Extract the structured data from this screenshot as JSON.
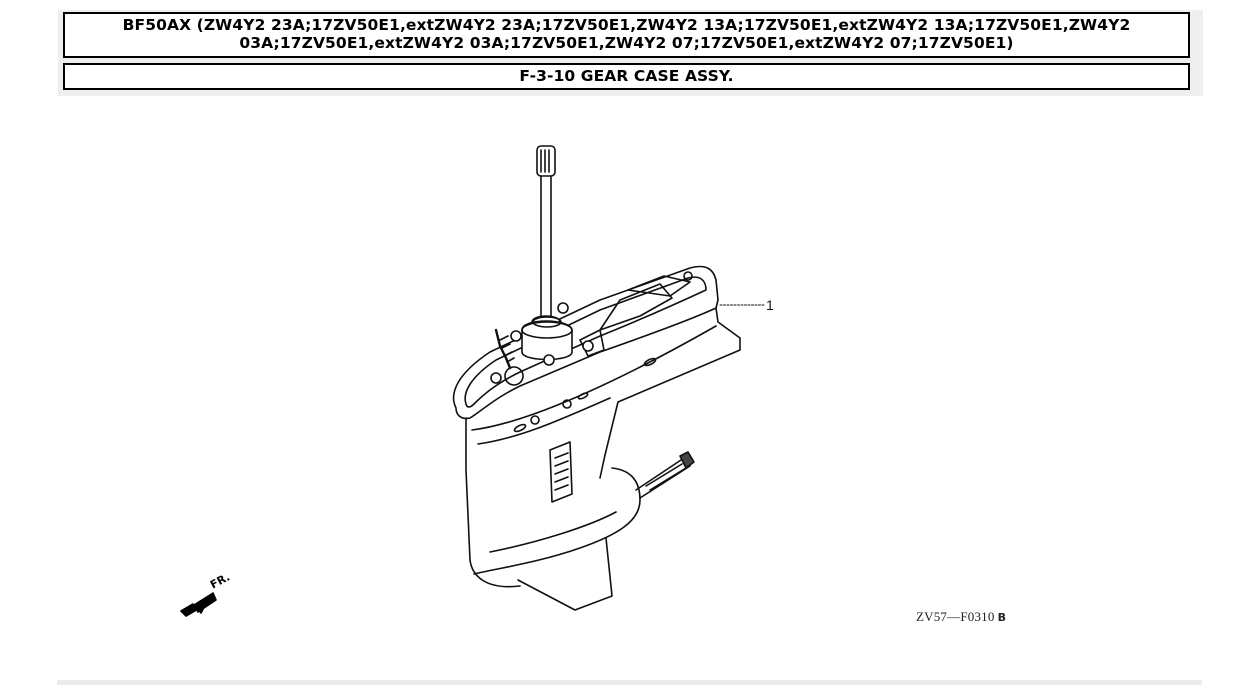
{
  "header": {
    "model_title_line1": "BF50AX (ZW4Y2 23A;17ZV50E1,extZW4Y2 23A;17ZV50E1,ZW4Y2 13A;17ZV50E1,extZW4Y2 13A;17ZV50E1,ZW4Y2",
    "model_title_line2": "03A;17ZV50E1,extZW4Y2 03A;17ZV50E1,ZW4Y2 07;17ZV50E1,extZW4Y2 07;17ZV50E1)",
    "section_title": "F-3-10 GEAR CASE ASSY."
  },
  "diagram": {
    "callouts": [
      {
        "number": "1",
        "part": "gear case assy"
      }
    ],
    "direction_indicator": "FR.",
    "reference_code": "ZV57—F0310",
    "revision": "B"
  },
  "colors": {
    "header_panel_bg": "#efefef",
    "box_border": "#000000",
    "bottom_bar": "#ececec"
  }
}
